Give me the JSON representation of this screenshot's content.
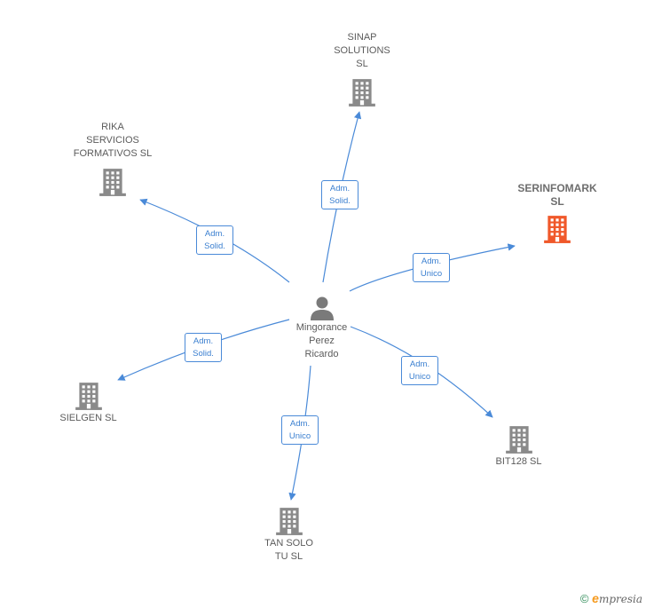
{
  "center": {
    "label": "Mingorance\nPerez\nRicardo"
  },
  "companies": [
    {
      "key": "sinap",
      "label": "SINAP\nSOLUTIONS\nSL",
      "role": "Adm.\nSolid.",
      "highlight": false
    },
    {
      "key": "rika",
      "label": "RIKA\nSERVICIOS\nFORMATIVOS SL",
      "role": "Adm.\nSolid.",
      "highlight": false
    },
    {
      "key": "serinfomark",
      "label": "SERINFOMARK\nSL",
      "role": "Adm.\nUnico",
      "highlight": true
    },
    {
      "key": "sielgen",
      "label": "SIELGEN SL",
      "role": "Adm.\nSolid.",
      "highlight": false
    },
    {
      "key": "bit128",
      "label": "BIT128  SL",
      "role": "Adm.\nUnico",
      "highlight": false
    },
    {
      "key": "tansolo",
      "label": "TAN SOLO\nTU  SL",
      "role": "Adm.\nUnico",
      "highlight": false
    }
  ],
  "colors": {
    "edge": "#4a8ad8",
    "building": "#8a8a8a",
    "building_highlight": "#f0582a",
    "person": "#7a7a7a"
  },
  "watermark": {
    "copyright": "©",
    "brand_first": "e",
    "brand_rest": "mpresia"
  }
}
